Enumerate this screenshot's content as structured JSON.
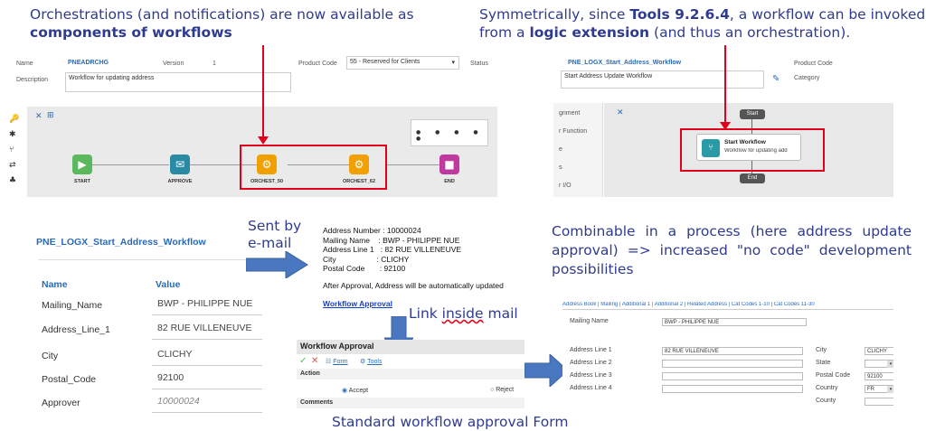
{
  "captions": {
    "top_left_line1": "Orchestrations (and notifications) are now available as",
    "top_left_line2": "components of workflows",
    "top_right_line1_pre": "Symmetrically, since ",
    "top_right_line1_bold": "Tools 9.2.6.4",
    "top_right_line1_post": ", a workflow can be invoked",
    "top_right_line2_pre": "from a ",
    "top_right_line2_bold": "logic extension",
    "top_right_line2_post": " (and thus an orchestration).",
    "sent_by": "Sent by",
    "email": "e-mail",
    "link_inside_pre": "Link ",
    "link_inside_u": "inside",
    "link_inside_post": " mail",
    "combinable": "Combinable in a process (here address update approval) => increased \"no code\" development possibilities",
    "standard_form": "Standard workflow approval Form"
  },
  "workflow_editor": {
    "name_label": "Name",
    "name_value": "PNEADRCHG",
    "version_label": "Version",
    "version_value": "1",
    "product_code_label": "Product Code",
    "product_code_value": "55 - Reserved for Clients",
    "status_label": "Status",
    "description_label": "Description",
    "description_value": "Workflow for updating address",
    "nodes": [
      {
        "label": "START",
        "color": "#5cb85c",
        "glyph": "▶"
      },
      {
        "label": "APPROVE",
        "color": "#2a8aa6",
        "glyph": "✉"
      },
      {
        "label": "ORCHEST_50",
        "color": "#f0a000",
        "glyph": "⚙"
      },
      {
        "label": "ORCHEST_62",
        "color": "#f0a000",
        "glyph": "⚙"
      },
      {
        "label": "END",
        "color": "#c0399f",
        "glyph": "■"
      }
    ]
  },
  "logic_extension": {
    "title": "PNE_LOGX_Start_Address_Workflow",
    "description": "Start Address Update Workflow",
    "product_code_label": "Product Code",
    "category_label": "Category",
    "side_items": [
      "gnment",
      "r Function",
      "e",
      "s",
      "r I/O"
    ],
    "start_label": "Start",
    "node_title": "Start Workflow",
    "node_sub": "Workflow for updating add",
    "end_label": "End"
  },
  "input_table": {
    "title": "PNE_LOGX_Start_Address_Workflow",
    "col_name": "Name",
    "col_value": "Value",
    "rows": [
      {
        "name": "Mailing_Name",
        "value": "BWP - PHILIPPE NUE"
      },
      {
        "name": "Address_Line_1",
        "value": "82 RUE VILLENEUVE"
      },
      {
        "name": "City",
        "value": "CLICHY"
      },
      {
        "name": "Postal_Code",
        "value": "92100"
      },
      {
        "name": "Approver",
        "value": "10000024"
      }
    ]
  },
  "mail": {
    "line1": "Address Number : 10000024",
    "line2": "Mailing Name    : BWP - PHILIPPE NUE",
    "line3": "Address Line 1   : 82 RUE VILLENEUVE",
    "line4": "City                   : CLICHY",
    "line5": "Postal Code       : 92100",
    "after": "After Approval, Address will be automatically updated",
    "link": "Workflow Approval"
  },
  "approval_form": {
    "title": "Workflow Approval",
    "form_menu": "Form",
    "tools_menu": "Tools",
    "action_label": "Action",
    "accept_label": "Accept",
    "reject_label": "Reject",
    "comments_label": "Comments"
  },
  "address_form": {
    "top_tabs": "Address Book | Mailing | Additional 1 | Additional 2 | Related Address | Cat Codes 1-10 | Cat Codes 11-30",
    "mailing_name_label": "Mailing Name",
    "mailing_name_value": "BWP - PHILIPPE NUE",
    "addr1_label": "Address Line 1",
    "addr1_value": "82 RUE VILLENEUVE",
    "addr2_label": "Address Line 2",
    "addr3_label": "Address Line 3",
    "addr4_label": "Address Line 4",
    "city_label": "City",
    "city_value": "CLICHY",
    "state_label": "State",
    "postal_label": "Postal Code",
    "postal_value": "92100",
    "country_label": "Country",
    "country_value": "FR",
    "county_label": "County"
  }
}
